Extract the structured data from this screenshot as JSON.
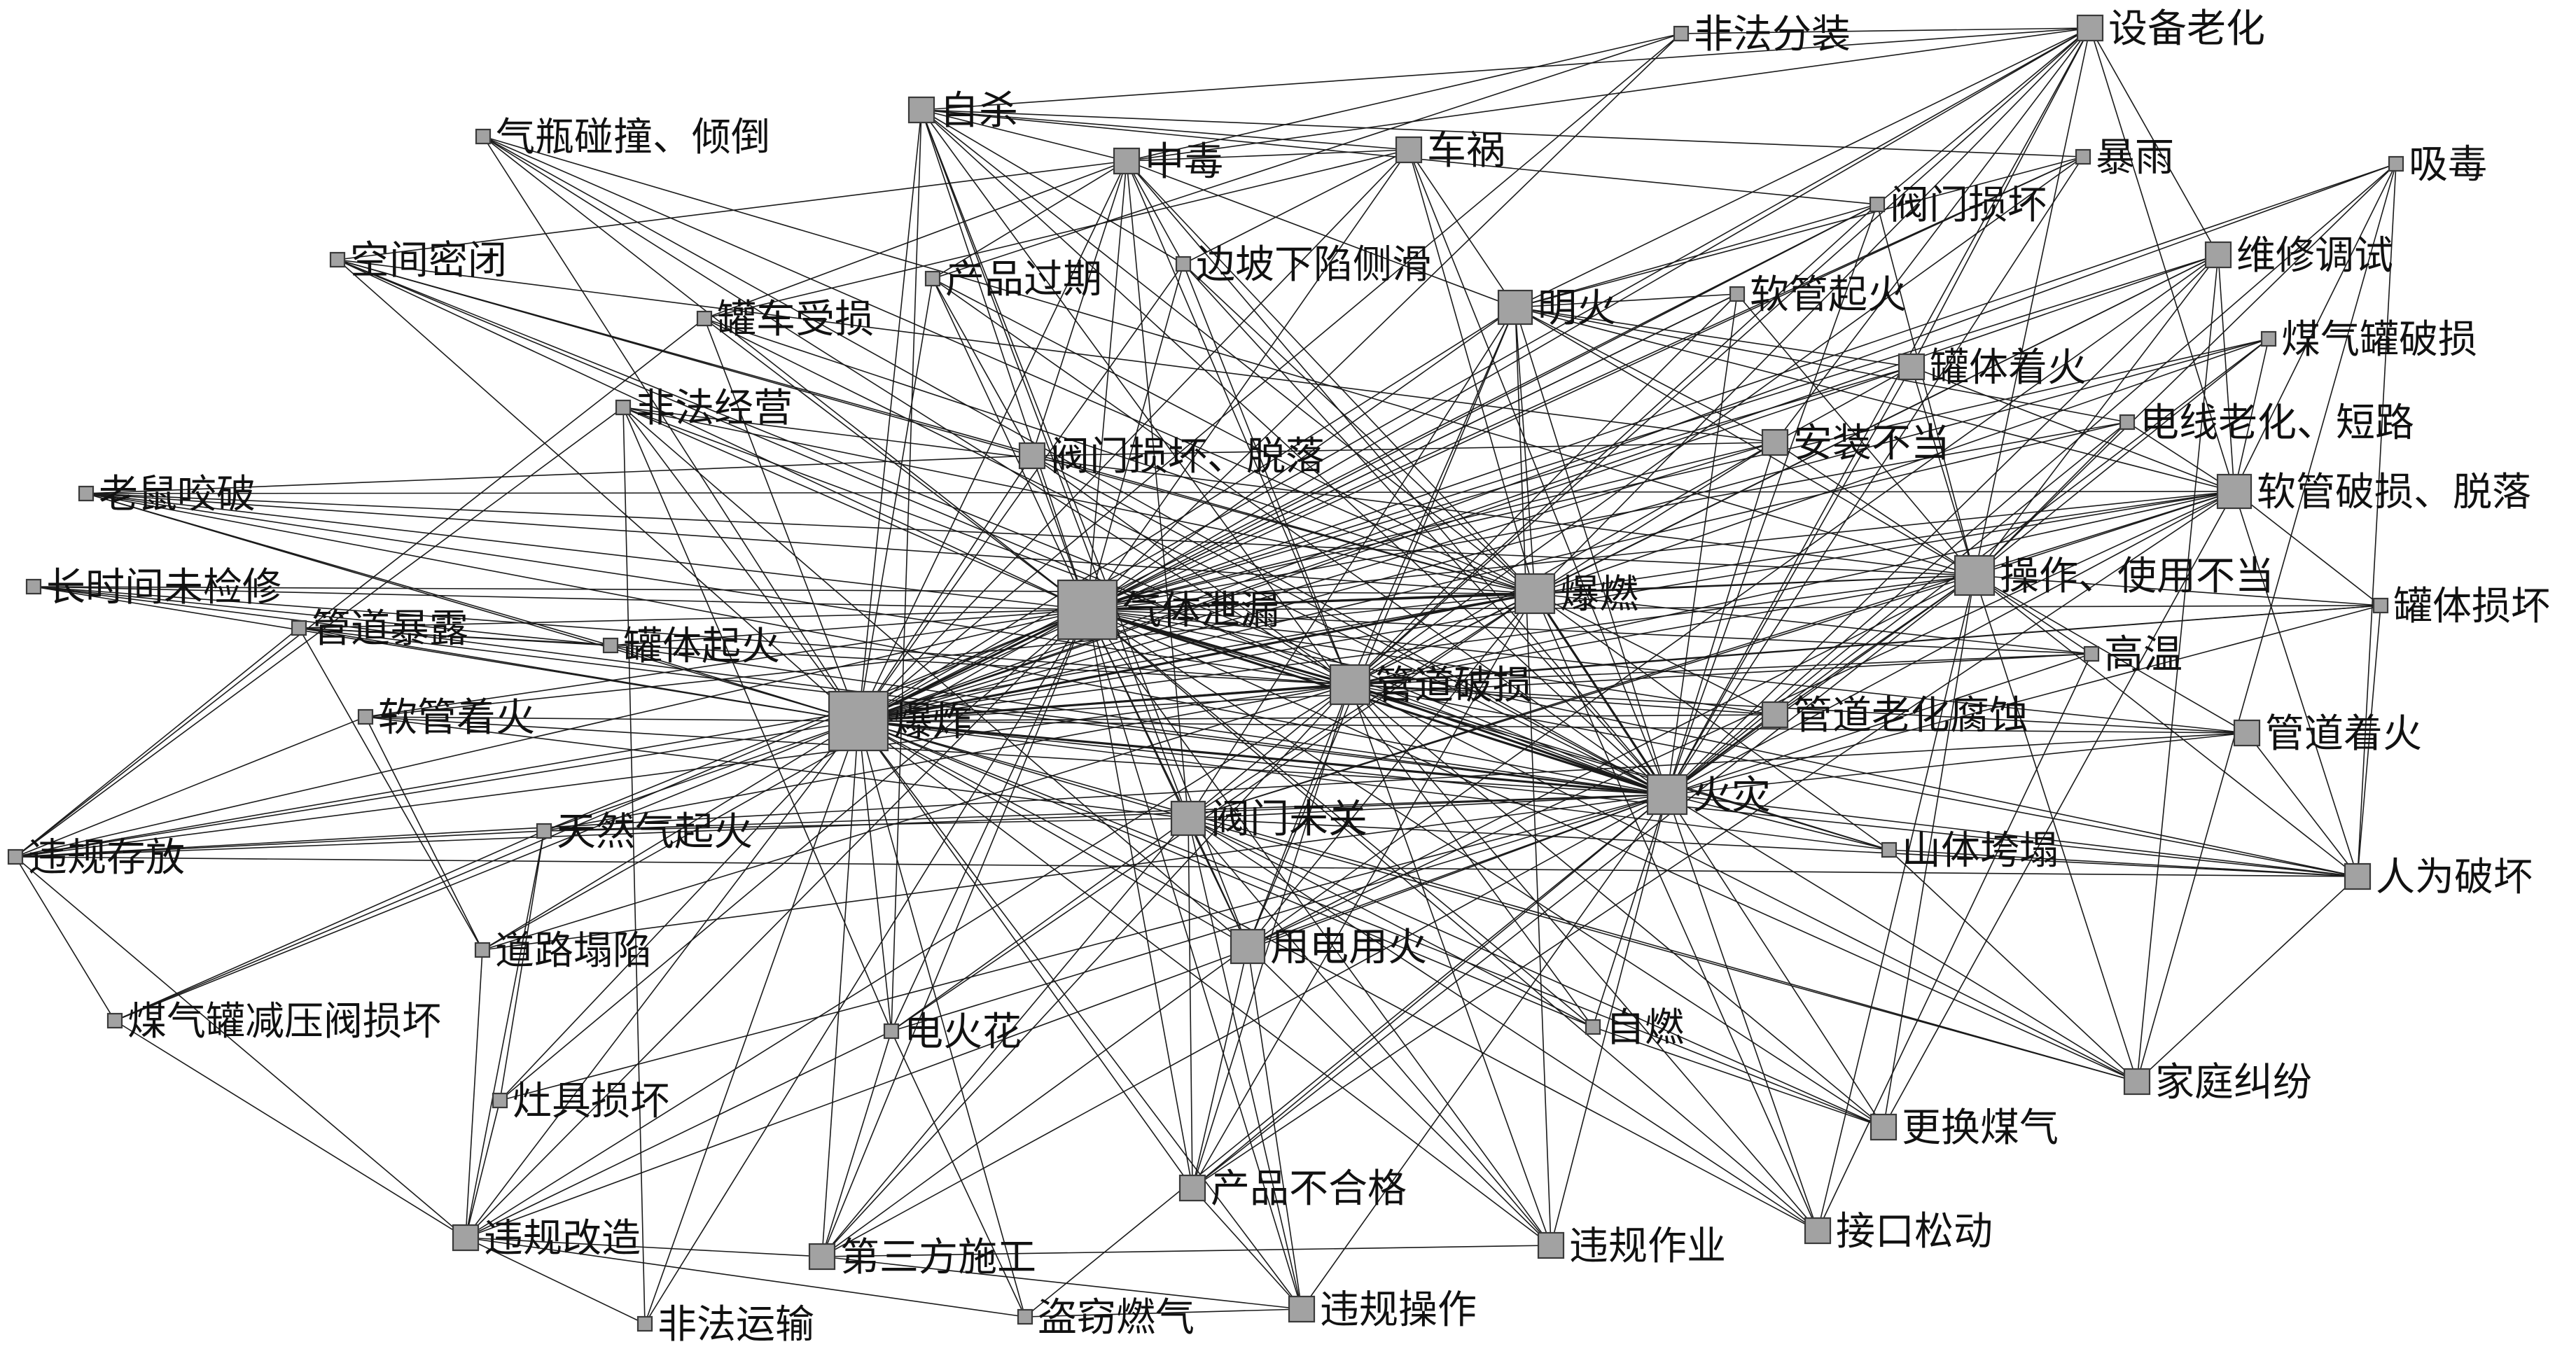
{
  "nodes": [
    {
      "id": "gas_leak",
      "label": "气体泄漏",
      "weight": 5
    },
    {
      "id": "explosion",
      "label": "爆炸",
      "weight": 5
    },
    {
      "id": "fire",
      "label": "火灾",
      "weight": 4
    },
    {
      "id": "deflagration",
      "label": "爆燃",
      "weight": 4
    },
    {
      "id": "pipe_damage",
      "label": "管道破损",
      "weight": 4
    },
    {
      "id": "improper_op",
      "label": "操作、使用不当",
      "weight": 4
    },
    {
      "id": "hose_damage",
      "label": "软管破损、脱落",
      "weight": 3
    },
    {
      "id": "valve_open",
      "label": "阀门未关",
      "weight": 3
    },
    {
      "id": "electric_fire",
      "label": "用电用火",
      "weight": 3
    },
    {
      "id": "open_flame",
      "label": "明火",
      "weight": 3
    },
    {
      "id": "poisoning",
      "label": "中毒",
      "weight": 2
    },
    {
      "id": "equipment_aging",
      "label": "设备老化",
      "weight": 2
    },
    {
      "id": "improper_install",
      "label": "安装不当",
      "weight": 2
    },
    {
      "id": "valve_damage_fall",
      "label": "阀门损坏、脱落",
      "weight": 2
    },
    {
      "id": "pipe_aging_corrosion",
      "label": "管道老化腐蚀",
      "weight": 2
    },
    {
      "id": "car_accident",
      "label": "车祸",
      "weight": 2
    },
    {
      "id": "suicide",
      "label": "自杀",
      "weight": 2
    },
    {
      "id": "tank_fire",
      "label": "罐体着火",
      "weight": 2
    },
    {
      "id": "pipe_fire",
      "label": "管道着火",
      "weight": 2
    },
    {
      "id": "sabotage",
      "label": "人为破坏",
      "weight": 2
    },
    {
      "id": "maintenance",
      "label": "维修调试",
      "weight": 2
    },
    {
      "id": "family_dispute",
      "label": "家庭纠纷",
      "weight": 2
    },
    {
      "id": "change_gas",
      "label": "更换煤气",
      "weight": 2
    },
    {
      "id": "loose_joint",
      "label": "接口松动",
      "weight": 2
    },
    {
      "id": "illegal_work",
      "label": "违规作业",
      "weight": 2
    },
    {
      "id": "illegal_operation",
      "label": "违规操作",
      "weight": 2
    },
    {
      "id": "third_party",
      "label": "第三方施工",
      "weight": 2
    },
    {
      "id": "unqualified_product",
      "label": "产品不合格",
      "weight": 2
    },
    {
      "id": "illegal_modification",
      "label": "违规改造",
      "weight": 2
    },
    {
      "id": "gas_theft",
      "label": "盗窃燃气",
      "weight": 1
    },
    {
      "id": "illegal_transport",
      "label": "非法运输",
      "weight": 1
    },
    {
      "id": "spark",
      "label": "电火花",
      "weight": 1
    },
    {
      "id": "spontaneous",
      "label": "自燃",
      "weight": 1
    },
    {
      "id": "landslide",
      "label": "山体垮塌",
      "weight": 1
    },
    {
      "id": "illegal_storage",
      "label": "违规存放",
      "weight": 1
    },
    {
      "id": "road_collapse",
      "label": "道路塌陷",
      "weight": 1
    },
    {
      "id": "stove_damage",
      "label": "灶具损坏",
      "weight": 1
    },
    {
      "id": "reducer_valve",
      "label": "煤气罐减压阀损坏",
      "weight": 1
    },
    {
      "id": "natural_gas_fire",
      "label": "天然气起火",
      "weight": 1
    },
    {
      "id": "hose_fire",
      "label": "软管着火",
      "weight": 1
    },
    {
      "id": "tank_ignite",
      "label": "罐体起火",
      "weight": 1
    },
    {
      "id": "pipe_exposed",
      "label": "管道暴露",
      "weight": 1
    },
    {
      "id": "no_inspection",
      "label": "长时间未检修",
      "weight": 1
    },
    {
      "id": "rat_bite",
      "label": "老鼠咬破",
      "weight": 1
    },
    {
      "id": "illegal_business",
      "label": "非法经营",
      "weight": 1
    },
    {
      "id": "confined_space",
      "label": "空间密闭",
      "weight": 1
    },
    {
      "id": "cylinder_collision",
      "label": "气瓶碰撞、倾倒",
      "weight": 1
    },
    {
      "id": "tanker_damage",
      "label": "罐车受损",
      "weight": 1
    },
    {
      "id": "expired_product",
      "label": "产品过期",
      "weight": 1
    },
    {
      "id": "slope_subsidence",
      "label": "边坡下陷侧滑",
      "weight": 1
    },
    {
      "id": "illegal_repack",
      "label": "非法分装",
      "weight": 1
    },
    {
      "id": "rainstorm",
      "label": "暴雨",
      "weight": 1
    },
    {
      "id": "drug_use",
      "label": "吸毒",
      "weight": 1
    },
    {
      "id": "valve_damage",
      "label": "阀门损坏",
      "weight": 1
    },
    {
      "id": "hose_ignite",
      "label": "软管起火",
      "weight": 1
    },
    {
      "id": "cylinder_damage",
      "label": "煤气罐破损",
      "weight": 1
    },
    {
      "id": "wire_aging",
      "label": "电线老化、短路",
      "weight": 1
    },
    {
      "id": "tank_damage",
      "label": "罐体损坏",
      "weight": 1
    },
    {
      "id": "high_temp",
      "label": "高温",
      "weight": 1
    }
  ]
}
